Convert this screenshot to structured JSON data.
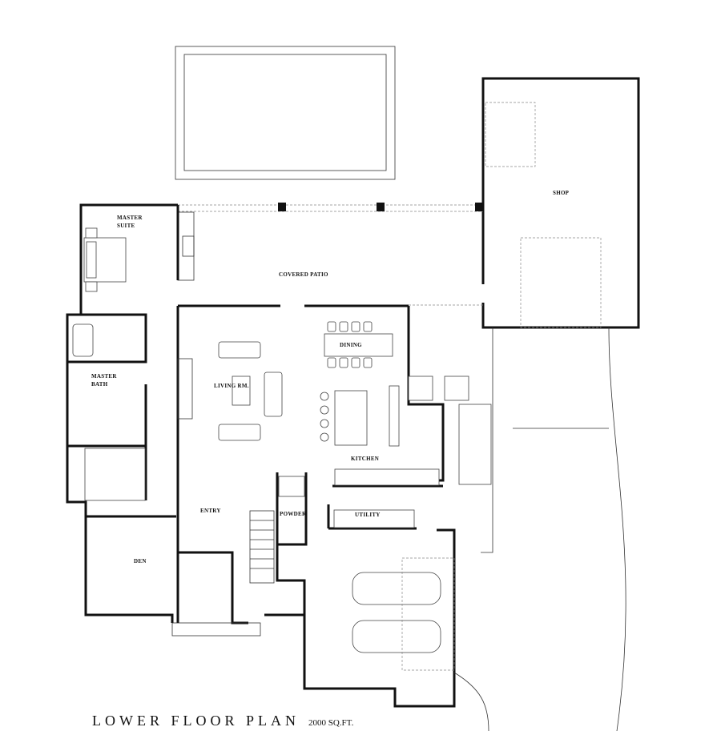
{
  "plan": {
    "title": "LOWER FLOOR PLAN",
    "area": "2000 SQ.FT.",
    "rooms": {
      "master_suite": [
        "MASTER",
        "SUITE"
      ],
      "covered_patio": "COVERED PATIO",
      "shop": "SHOP",
      "dining": "DINING",
      "living": "LIVING RM.",
      "master_bath": [
        "MASTER",
        "BATH"
      ],
      "kitchen": "KITCHEN",
      "entry": "ENTRY",
      "powder": "POWDER",
      "utility": "UTILITY",
      "den": "DEN"
    }
  }
}
